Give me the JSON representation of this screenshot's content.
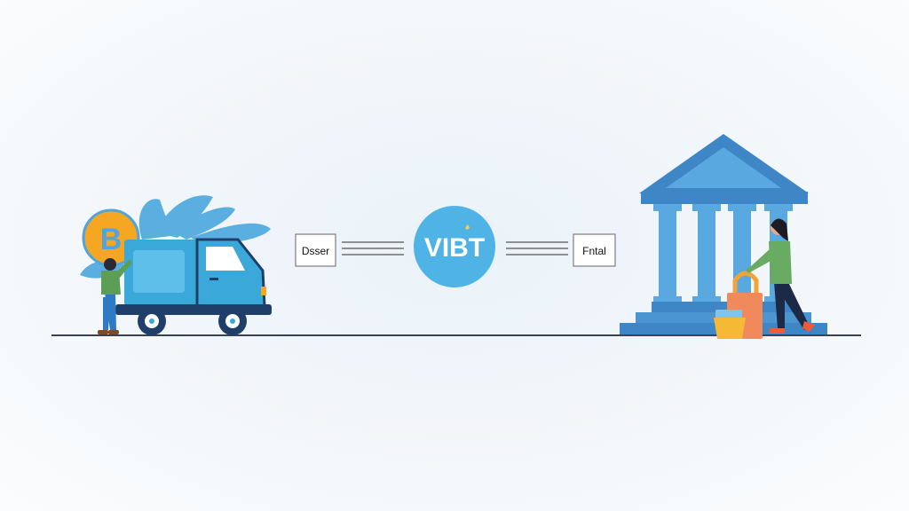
{
  "left_label": "Dsser",
  "center_label": "VIBT",
  "right_label": "Fntal",
  "coin_symbol": "B",
  "colors": {
    "accent_blue": "#4fb3e6",
    "truck_blue": "#3aa8d8",
    "navy": "#1f3f6a",
    "coin": "#f5a623",
    "bank_blue": "#4b95d1",
    "ground": "#3a4150"
  }
}
